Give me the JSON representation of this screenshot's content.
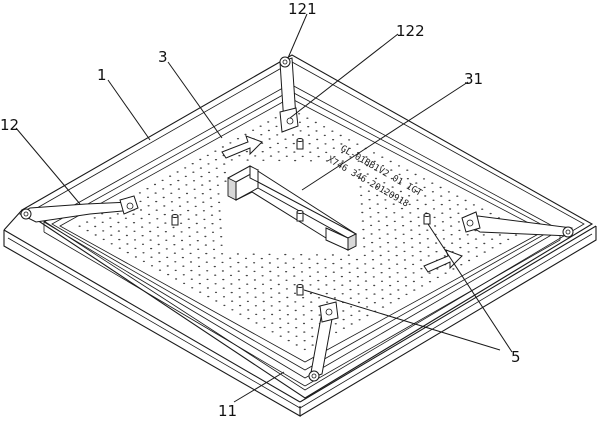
{
  "labels": {
    "l1": "1",
    "l3": "3",
    "l12": "12",
    "l121": "121",
    "l122": "122",
    "l31": "31",
    "l5": "5",
    "l11": "11"
  },
  "marking": {
    "line1": "GL-01BB1V2 01 IGT",
    "line2": "X746 346 20120918"
  }
}
